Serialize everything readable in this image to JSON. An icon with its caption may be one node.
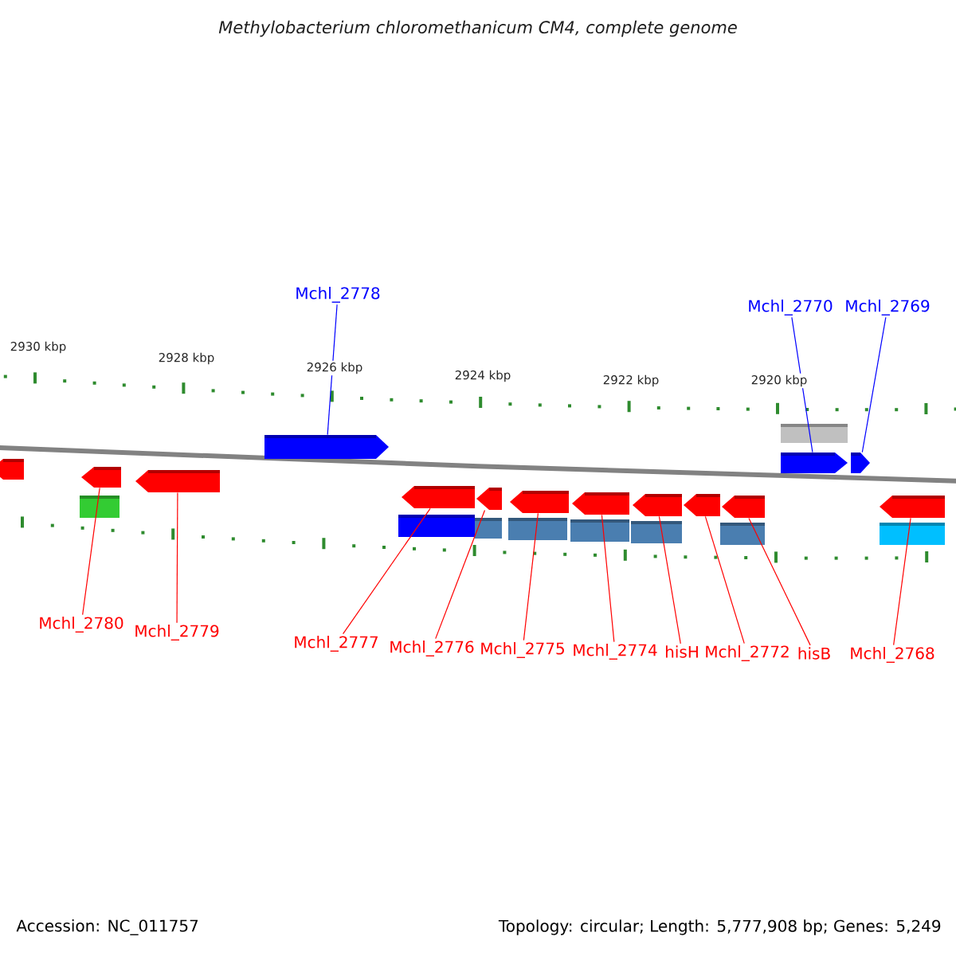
{
  "diagram": {
    "title": "Methylobacterium chloromethanicum CM4, complete genome",
    "nodes": [
      {
        "text": [
          "Mchl_2778"
        ]
      },
      {
        "text": [
          "Mchl_2770"
        ]
      },
      {
        "text": [
          "Mchl_2769"
        ]
      },
      {
        "text": [
          "Mchl_2780"
        ]
      },
      {
        "text": [
          "Mchl_2779"
        ]
      },
      {
        "text": [
          "Mchl_2777"
        ]
      },
      {
        "text": [
          "Mchl_2776"
        ]
      },
      {
        "text": [
          "Mchl_2775"
        ]
      },
      {
        "text": [
          "Mchl_2774"
        ]
      },
      {
        "text": [
          "hisH"
        ]
      },
      {
        "text": [
          "Mchl_2772"
        ]
      },
      {
        "text": [
          "hisB"
        ]
      },
      {
        "text": [
          "Mchl_2768"
        ]
      },
      {
        "text": [],
        "shape": "bar"
      },
      {
        "text": [],
        "shape": "bar"
      },
      {
        "text": [],
        "shape": "bar"
      },
      {
        "text": [],
        "shape": "bar"
      },
      {
        "text": [],
        "shape": "bar"
      },
      {
        "text": [],
        "shape": "bar"
      },
      {
        "text": [],
        "shape": "bar"
      },
      {
        "text": [],
        "shape": "bar"
      },
      {
        "text": [],
        "shape": "bar"
      },
      {
        "text": [],
        "shape": "bar"
      },
      {
        "text": [],
        "shape": "bar"
      },
      {
        "text": [],
        "shape": "bar"
      },
      {
        "text": [],
        "shape": "bar"
      },
      {
        "text": [],
        "shape": "bar"
      }
    ],
    "edges": [
      {
        "from": 0,
        "to": 16,
        "arrow": "none",
        "color": "#0000ff"
      },
      {
        "from": 1,
        "to": 24,
        "arrow": "none",
        "color": "#0000ff"
      },
      {
        "from": 2,
        "to": 25,
        "arrow": "none",
        "color": "#0000ff"
      },
      {
        "from": 3,
        "to": 14,
        "arrow": "none"
      },
      {
        "from": 4,
        "to": 15,
        "arrow": "none"
      },
      {
        "from": 5,
        "to": 17,
        "arrow": "none"
      },
      {
        "from": 6,
        "to": 18,
        "arrow": "none"
      },
      {
        "from": 7,
        "to": 19,
        "arrow": "none"
      },
      {
        "from": 8,
        "to": 20,
        "arrow": "none"
      },
      {
        "from": 9,
        "to": 21,
        "arrow": "none"
      },
      {
        "from": 10,
        "to": 22,
        "arrow": "none"
      },
      {
        "from": 11,
        "to": 23,
        "arrow": "none"
      },
      {
        "from": 12,
        "to": 26,
        "arrow": "none"
      }
    ],
    "labels": [
      "2930 kbp",
      "2928 kbp",
      "2926 kbp",
      "2924 kbp",
      "2922 kbp",
      "2920 kbp",
      "Accession: NC_011757",
      "Topology: circular; Length: 5,777,908 bp; Genes: 5,249"
    ]
  }
}
